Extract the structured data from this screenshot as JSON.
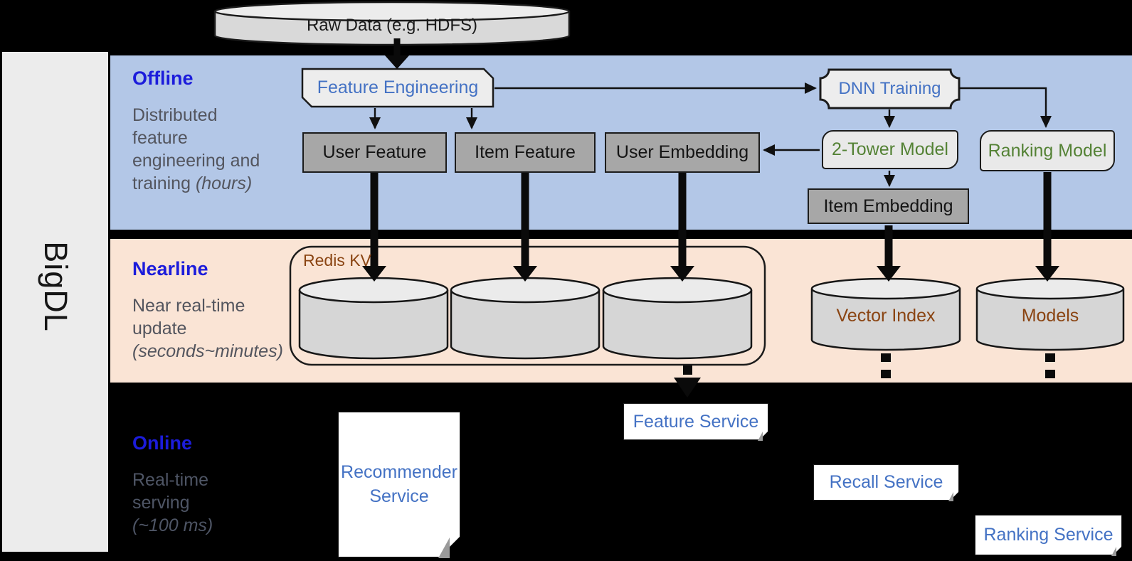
{
  "brand": {
    "label": "BigDL"
  },
  "datasource": {
    "label": "Raw Data (e.g. HDFS)"
  },
  "zones": {
    "offline": {
      "title": "Offline",
      "line1": "Distributed",
      "line2": "feature",
      "line3": "engineering and",
      "line4_pre": "training ",
      "line4_em": "(hours)"
    },
    "nearline": {
      "title": "Nearline",
      "line1": "Near real-time",
      "line2": "update",
      "line3_em": "(seconds~minutes)"
    },
    "online": {
      "title": "Online",
      "line1": "Real-time",
      "line2": "serving",
      "line3_em": "(~100 ms)"
    }
  },
  "nodes": {
    "feature_engineering": "Feature Engineering",
    "dnn_training": "DNN Training",
    "user_feature": "User Feature",
    "item_feature": "Item Feature",
    "user_embedding": "User Embedding",
    "two_tower_model": "2-Tower Model",
    "ranking_model": "Ranking Model",
    "item_embedding": "Item Embedding",
    "redis_kv": "Redis KV",
    "vector_index": "Vector Index",
    "models": "Models",
    "feature_service": "Feature Service",
    "recommender_service": "Recommender Service",
    "recall_service": "Recall Service",
    "ranking_service": "Ranking Service"
  },
  "colors": {
    "background": "#000000",
    "offline_band": "#b3c7e7",
    "nearline_band": "#fae4d5",
    "zone_title_blue": "#1c1cdb",
    "zone_desc_gray": "#53555e",
    "service_text_blue": "#4472c4",
    "model_text_green": "#548235",
    "storage_text_brown": "#8a4412",
    "gray_node_fill": "#a7a7a7",
    "light_node_fill": "#ededed",
    "cylinder_fill": "#d6d6d6"
  }
}
